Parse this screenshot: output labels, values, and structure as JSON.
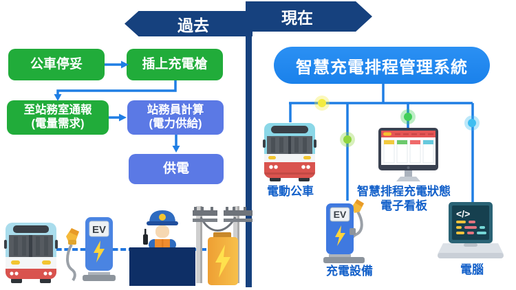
{
  "banner": {
    "past": "過去",
    "present": "現在"
  },
  "past_flow": {
    "step1": "公車停妥",
    "step2": "插上充電槍",
    "step3_line1": "至站務室通報",
    "step3_line2": "(電量需求)",
    "step4_line1": "站務員計算",
    "step4_line2": "(電力供給)",
    "step5": "供電"
  },
  "present": {
    "title": "智慧充電排程管理系統",
    "node_bus": "電動公車",
    "node_board_line1": "智慧排程充電狀態",
    "node_board_line2": "電子看板",
    "node_charger": "充電設備",
    "node_computer": "電腦"
  },
  "icon_text": {
    "ev": "EV",
    "code": "</>"
  },
  "colors": {
    "navy": "#16417E",
    "bright_blue": "#1E87F0",
    "green": "#21AC3A",
    "periwinkle": "#5B79E5",
    "arrow_blue": "#1F7EE4",
    "label_blue": "#115FC9"
  }
}
